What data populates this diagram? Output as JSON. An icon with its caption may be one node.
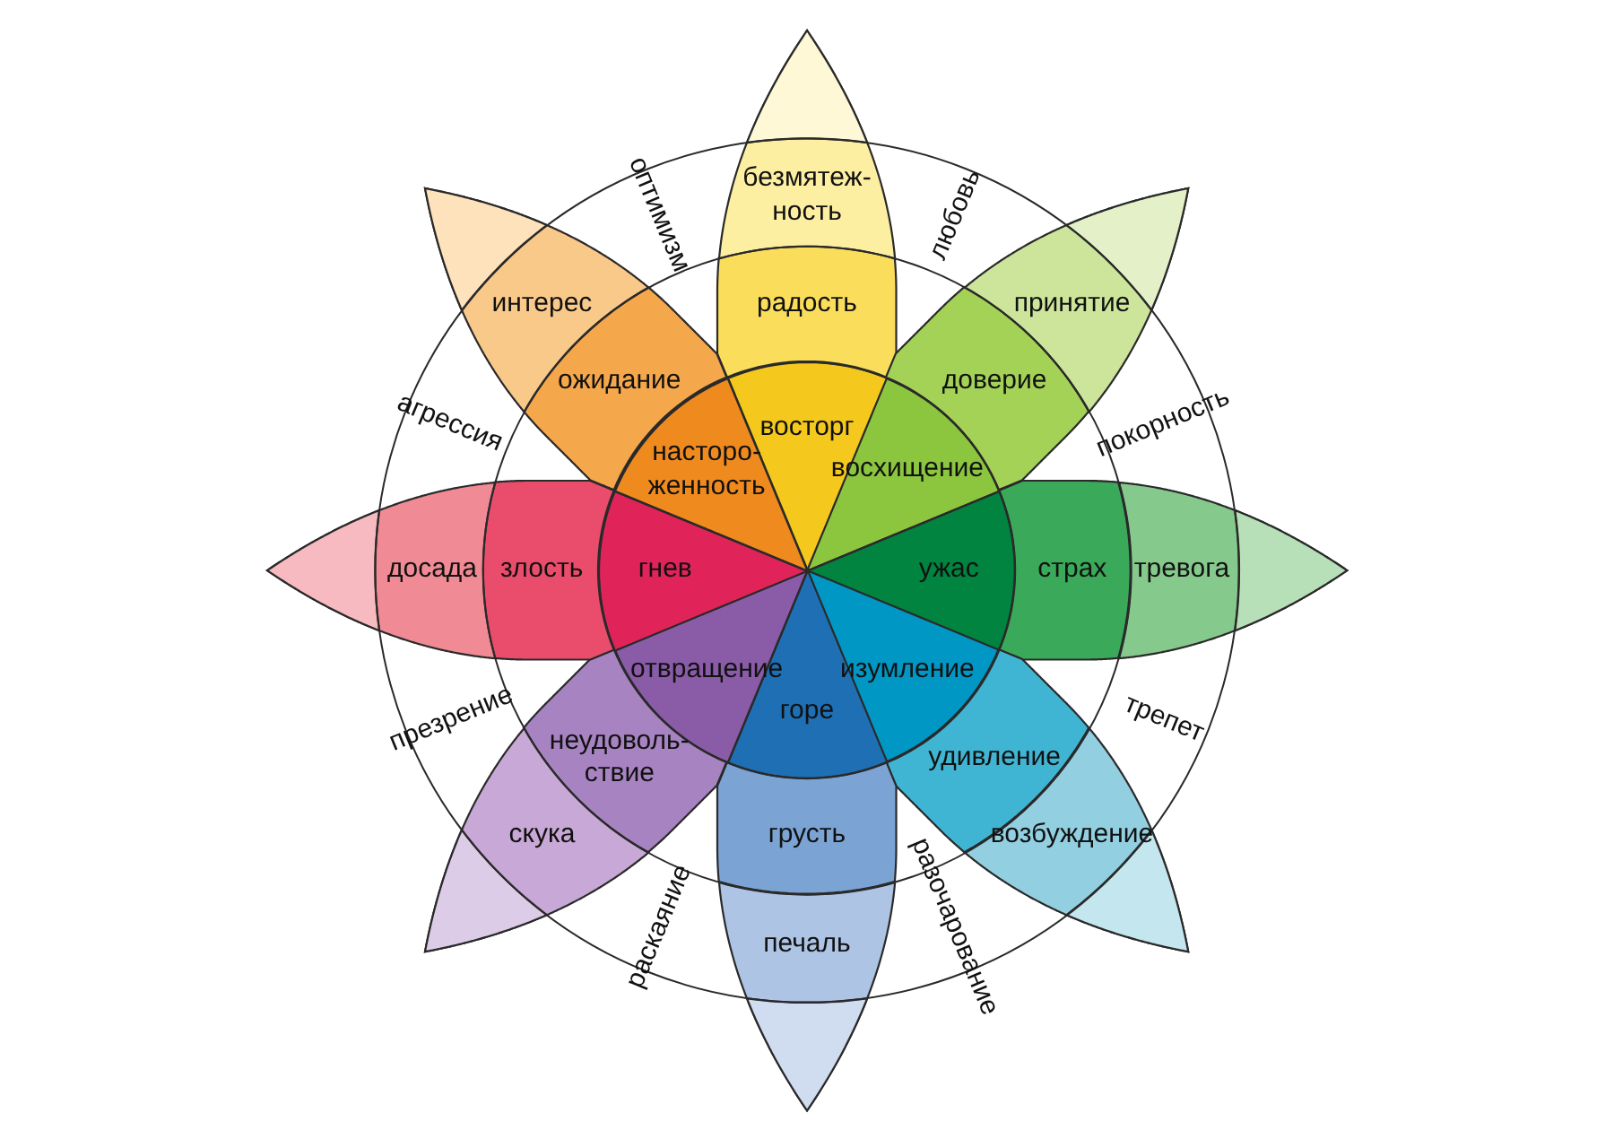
{
  "diagram": {
    "nodes": [
      {
        "text": [
          "восторг"
        ]
      },
      {
        "text": [
          "радость"
        ]
      },
      {
        "text": [
          "безмятеж-ность"
        ]
      },
      {
        "text": [
          "восхищение"
        ]
      },
      {
        "text": [
          "доверие"
        ]
      },
      {
        "text": [
          "принятие"
        ]
      },
      {
        "text": [
          "ужас"
        ]
      },
      {
        "text": [
          "страх"
        ]
      },
      {
        "text": [
          "тревога"
        ]
      },
      {
        "text": [
          "изумление"
        ]
      },
      {
        "text": [
          "удивление"
        ]
      },
      {
        "text": [
          "возбуждение"
        ]
      },
      {
        "text": [
          "горе"
        ]
      },
      {
        "text": [
          "грусть"
        ]
      },
      {
        "text": [
          "печаль"
        ]
      },
      {
        "text": [
          "отвращение"
        ]
      },
      {
        "text": [
          "неудоволь-ствие"
        ]
      },
      {
        "text": [
          "скука"
        ]
      },
      {
        "text": [
          "гнев"
        ]
      },
      {
        "text": [
          "злость"
        ]
      },
      {
        "text": [
          "досада"
        ]
      },
      {
        "text": [
          "насторо-женность"
        ]
      },
      {
        "text": [
          "ожидание"
        ]
      },
      {
        "text": [
          "интерес"
        ]
      }
    ],
    "labels": [
      "оптимизм",
      "любовь",
      "агрессия",
      "покорность",
      "презрение",
      "трепет",
      "раскаяние",
      "разочарование"
    ]
  }
}
